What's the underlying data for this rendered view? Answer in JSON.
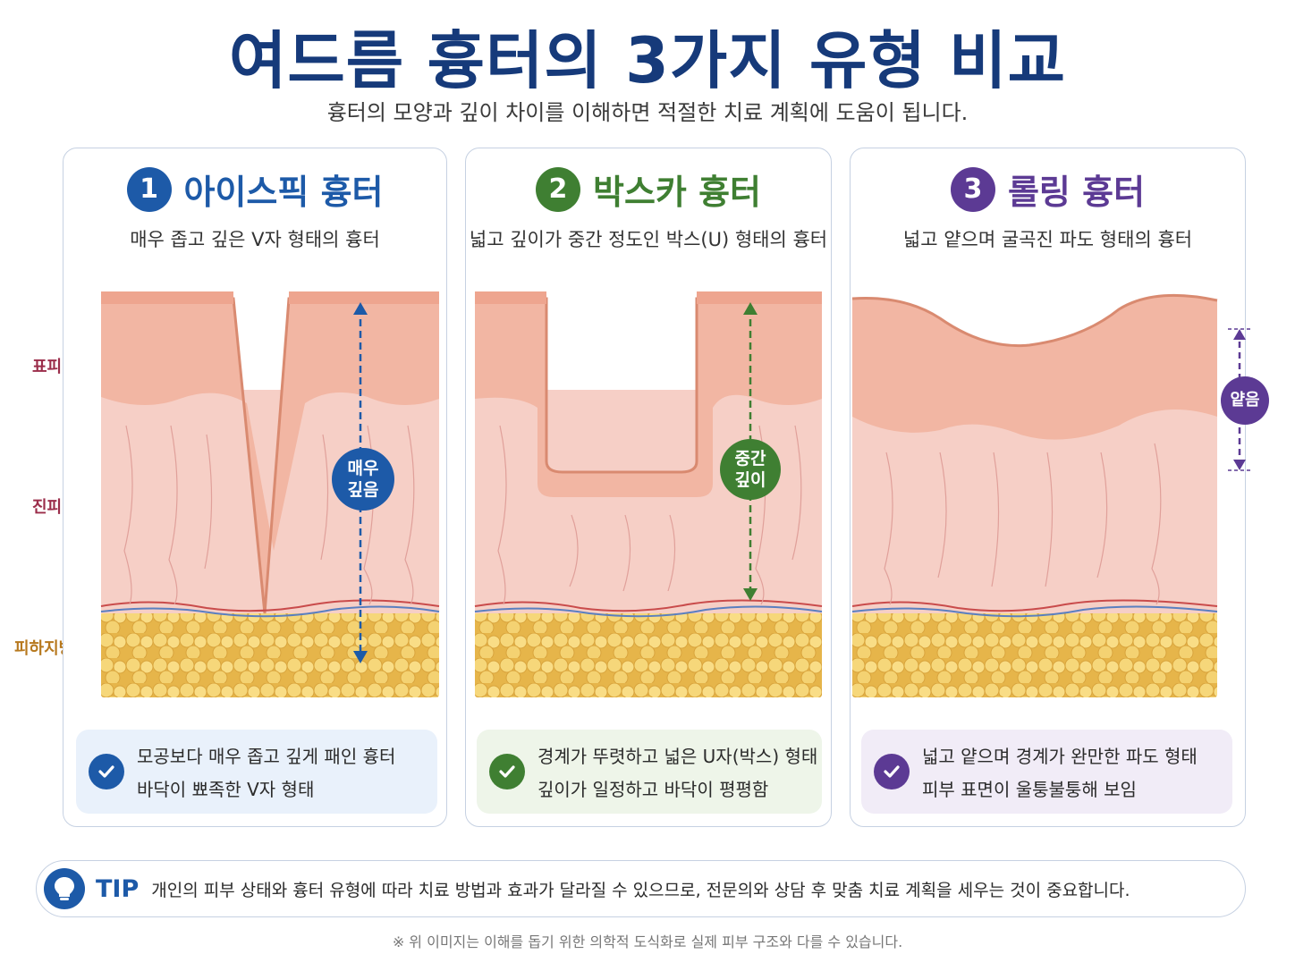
{
  "title": "여드름 흉터의 3가지 유형 비교",
  "subtitle": "흉터의 모양과 깊이 차이를 이해하면 적절한 치료 계획에 도움이 됩니다.",
  "layers": {
    "epidermis": "표피",
    "dermis": "진피",
    "subcutis": "피하지방"
  },
  "cards": [
    {
      "number": "1",
      "title": "아이스픽 흉터",
      "description": "매우 좁고 깊은 V자 형태의 흉터",
      "depth_line1": "매우",
      "depth_line2": "깊음",
      "note_line1": "모공보다 매우 좁고 깊게 패인 흉터",
      "note_line2": "바닥이 뾰족한 V자 형태",
      "color": "#1d5aa8"
    },
    {
      "number": "2",
      "title": "박스카 흉터",
      "description": "넓고 깊이가 중간 정도인 박스(U) 형태의 흉터",
      "depth_line1": "중간",
      "depth_line2": "깊이",
      "note_line1": "경계가 뚜렷하고 넓은 U자(박스) 형태",
      "note_line2": "깊이가 일정하고 바닥이 평평함",
      "color": "#3f7f32"
    },
    {
      "number": "3",
      "title": "롤링 흉터",
      "description": "넓고 얕으며 굴곡진 파도 형태의 흉터",
      "depth_line1": "얕음",
      "note_line1": "넓고 얕으며 경계가 완만한 파도 형태",
      "note_line2": "피부 표면이 울퉁불퉁해 보임",
      "color": "#5c3a94"
    }
  ],
  "tip": {
    "label": "TIP",
    "text": "개인의 피부 상태와 흉터 유형에 따라 치료 방법과 효과가 달라질 수 있으므로, 전문의와 상담 후 맞춤 치료 계획을 세우는 것이 중요합니다."
  },
  "footnote": "※ 위 이미지는 이해를 돕기 위한 의학적 도식화로 실제 피부 구조와 다를 수 있습니다.",
  "colors": {
    "title": "#163a7a",
    "epidermis": "#f2b6a3",
    "dermis": "#f6cfc6",
    "fat": "#f2cf6b",
    "border": "#c6d1e2",
    "label_epidermis": "#9b2d4a",
    "label_dermis": "#9b2d4a",
    "label_subcutis": "#b7791f"
  }
}
